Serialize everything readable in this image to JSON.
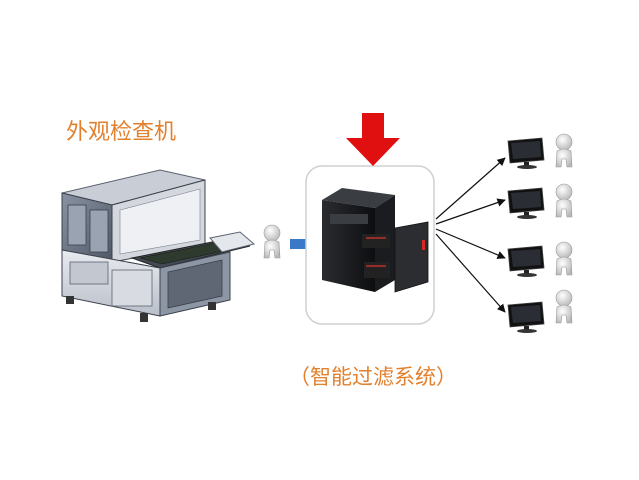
{
  "labels": {
    "machine": "外观检查机",
    "system": "（智能过滤系统）"
  },
  "colors": {
    "label_orange": "#e2802e",
    "arrow_red": "#e01010",
    "arrow_blue": "#3a78c8",
    "line_black": "#111111"
  },
  "icons": {
    "inspection_machine": "inspection-machine-icon",
    "operator": "person-icon",
    "server": "server-tower-icon",
    "workstation": "monitor-icon",
    "user": "person-icon"
  },
  "diagram": {
    "clients": 4
  }
}
